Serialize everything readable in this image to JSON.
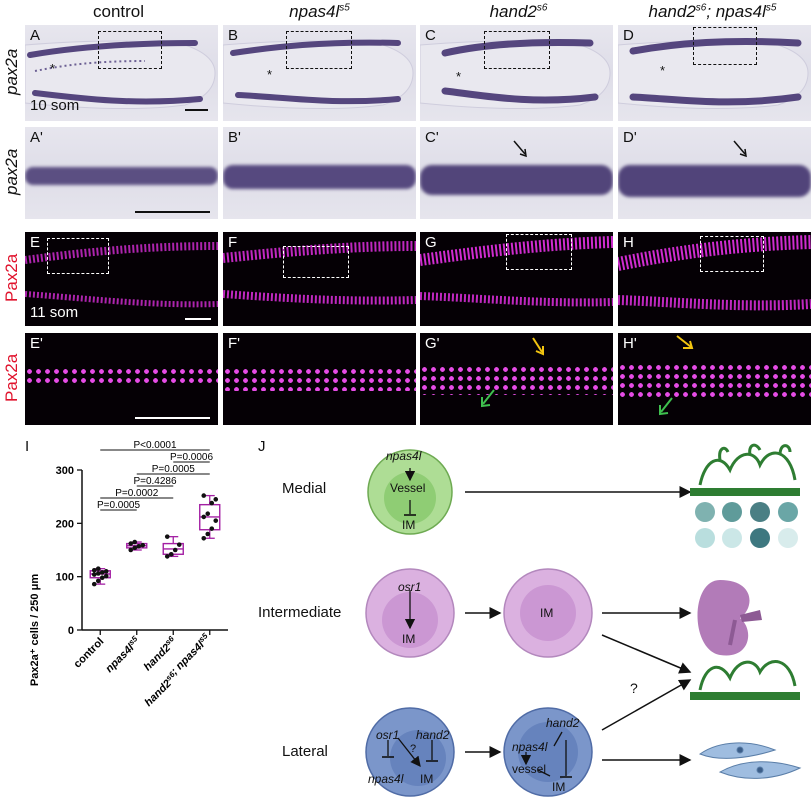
{
  "columns": [
    "control",
    "npas4l",
    "hand2",
    "hand2; npas4l"
  ],
  "column_labels": {
    "c1": "control",
    "c2a": "npas4l",
    "c2b": "s5",
    "c3a": "hand2",
    "c3b": "s6",
    "c4a": "hand2",
    "c4b": "s6",
    "c4c": "; npas4l",
    "c4d": "s5"
  },
  "row_labels": {
    "r1": "pax2a",
    "r2": "pax2a",
    "r3": "Pax2a",
    "r4": "Pax2a"
  },
  "panel_labels": {
    "A": "A",
    "B": "B",
    "C": "C",
    "D": "D",
    "A2": "A'",
    "B2": "B'",
    "C2": "C'",
    "D2": "D'",
    "E": "E",
    "F": "F",
    "G": "G",
    "H": "H",
    "E2": "E'",
    "F2": "F'",
    "G2": "G'",
    "H2": "H'",
    "I": "I",
    "J": "J"
  },
  "stage_labels": {
    "som10": "10 som",
    "som11": "11 som"
  },
  "colors": {
    "stain": "#55467e",
    "magenta": "#e040e0",
    "red_label": "#e0112b",
    "box_purple": "#a31fa3",
    "green_arrow": "#3fbf4f",
    "yellow_arrow": "#f3c410",
    "medial": "#aedd95",
    "intermediate": "#dbb1e0",
    "lateral": "#7b96ca"
  },
  "chart_data": {
    "type": "box",
    "ylabel": "Pax2a⁺ cells / 250 μm",
    "ylim": [
      0,
      300
    ],
    "yticks": [
      "0",
      "100",
      "200",
      "300"
    ],
    "categories": [
      "control",
      "npas4l",
      "hand2",
      "hand2; npas4l"
    ],
    "category_labels": [
      {
        "main": "control",
        "sup": ""
      },
      {
        "main": "npas4l",
        "sup": "s5"
      },
      {
        "main": "hand2",
        "sup": "s6"
      },
      {
        "main": "hand2; npas4l",
        "sup": "s6, s5"
      }
    ],
    "boxes": [
      {
        "q1": 98,
        "median": 105,
        "q3": 111,
        "min": 86,
        "max": 115,
        "points": [
          86,
          92,
          98,
          101,
          104,
          106,
          108,
          110,
          112,
          115
        ]
      },
      {
        "q1": 154,
        "median": 158,
        "q3": 162,
        "min": 150,
        "max": 165,
        "points": [
          150,
          154,
          157,
          159,
          162,
          165
        ]
      },
      {
        "q1": 142,
        "median": 152,
        "q3": 162,
        "min": 138,
        "max": 175,
        "points": [
          138,
          142,
          150,
          160,
          175
        ]
      },
      {
        "q1": 188,
        "median": 212,
        "q3": 235,
        "min": 172,
        "max": 252,
        "points": [
          172,
          180,
          190,
          205,
          212,
          218,
          238,
          245,
          252
        ]
      }
    ],
    "comparisons": [
      {
        "label": "P<0.0001",
        "from": 0,
        "to": 3
      },
      {
        "label": "P=0.0006",
        "from": 2,
        "to": 3
      },
      {
        "label": "P=0.0005",
        "from": 1,
        "to": 3
      },
      {
        "label": "P=0.4286",
        "from": 1,
        "to": 2
      },
      {
        "label": "P=0.0002",
        "from": 0,
        "to": 2
      },
      {
        "label": "P=0.0005",
        "from": 0,
        "to": 1
      }
    ]
  },
  "diagram": {
    "rows": {
      "medial": "Medial",
      "intermediate": "Intermediate",
      "lateral": "Lateral"
    },
    "medial": {
      "gene": "npas4l",
      "vessel": "Vessel",
      "im": "IM"
    },
    "intermediate": {
      "gene": "osr1",
      "im": "IM",
      "im2": "IM"
    },
    "lateral": {
      "osr1": "osr1",
      "hand2": "hand2",
      "npas4l": "npas4l",
      "im": "IM",
      "q": "?",
      "hand2b": "hand2",
      "npas4lb": "npas4l",
      "vessel": "vessel",
      "im2": "IM"
    },
    "question": "?"
  }
}
